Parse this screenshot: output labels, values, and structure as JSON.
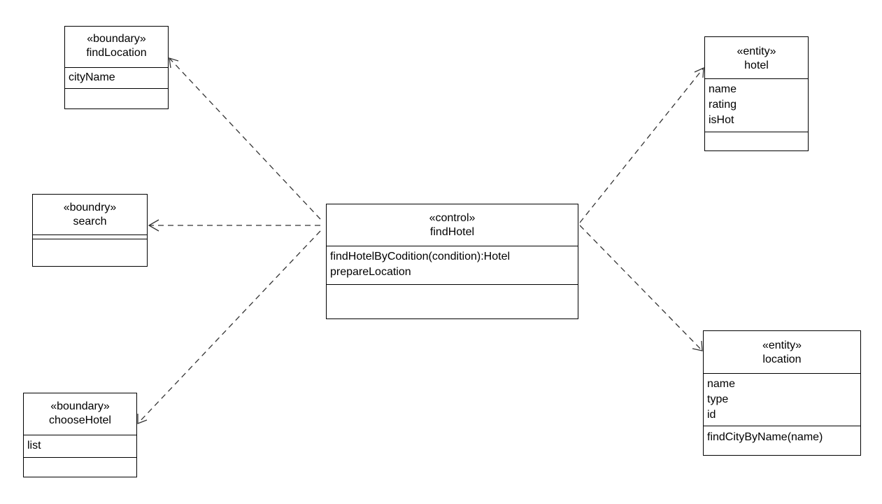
{
  "classes": {
    "findLocation": {
      "stereotype": "«boundary»",
      "name": "findLocation",
      "attributes": [
        "cityName"
      ],
      "operations": []
    },
    "search": {
      "stereotype": "«boundry»",
      "name": "search",
      "attributes": [],
      "operations": []
    },
    "chooseHotel": {
      "stereotype": "«boundary»",
      "name": "chooseHotel",
      "attributes": [
        "list"
      ],
      "operations": []
    },
    "findHotel": {
      "stereotype": "«control»",
      "name": "findHotel",
      "attributes": [
        "findHotelByCodition(condition):Hotel",
        "prepareLocation"
      ],
      "operations": []
    },
    "hotel": {
      "stereotype": "«entity»",
      "name": "hotel",
      "attributes": [
        "name",
        "rating",
        "isHot"
      ],
      "operations": []
    },
    "location": {
      "stereotype": "«entity»",
      "name": "location",
      "attributes": [
        "name",
        "type",
        "id"
      ],
      "operations": [
        "findCityByName(name)"
      ]
    }
  },
  "dependencies": [
    {
      "from": "findHotel",
      "to": "findLocation",
      "style": "dashed-open-arrow"
    },
    {
      "from": "findHotel",
      "to": "search",
      "style": "dashed-open-arrow"
    },
    {
      "from": "findHotel",
      "to": "chooseHotel",
      "style": "dashed-open-arrow"
    },
    {
      "from": "findHotel",
      "to": "hotel",
      "style": "dashed-open-arrow"
    },
    {
      "from": "findHotel",
      "to": "location",
      "style": "dashed-open-arrow"
    }
  ]
}
